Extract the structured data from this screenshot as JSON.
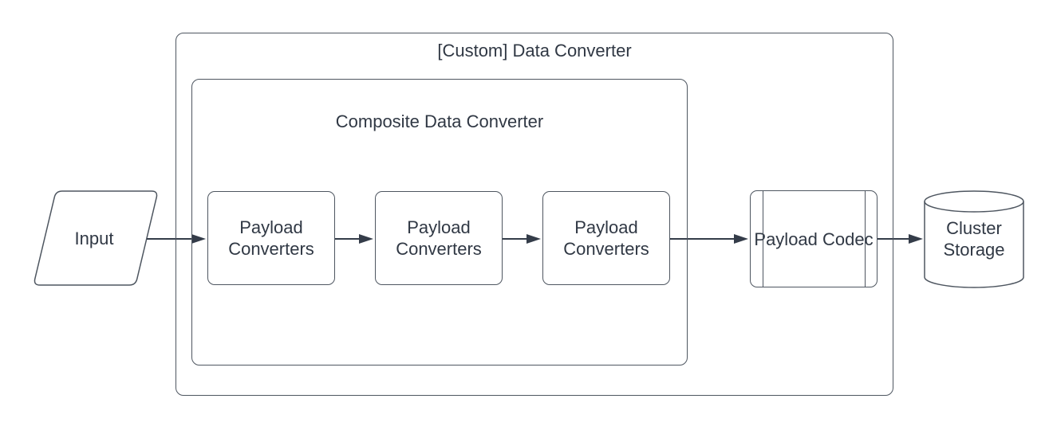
{
  "containers": {
    "custom_data_converter": {
      "label": "[Custom] Data Converter"
    },
    "composite_data_converter": {
      "label": "Composite Data Converter"
    }
  },
  "nodes": {
    "input": {
      "label": "Input",
      "shape": "parallelogram"
    },
    "payload_converters_1": {
      "label": "Payload Converters",
      "shape": "rounded-rectangle"
    },
    "payload_converters_2": {
      "label": "Payload Converters",
      "shape": "rounded-rectangle"
    },
    "payload_converters_3": {
      "label": "Payload Converters",
      "shape": "rounded-rectangle"
    },
    "payload_codec": {
      "label": "Payload Codec",
      "shape": "predefined-process"
    },
    "cluster_storage": {
      "label": "Cluster Storage",
      "shape": "cylinder"
    }
  },
  "edges": [
    {
      "from": "input",
      "to": "payload_converters_1"
    },
    {
      "from": "payload_converters_1",
      "to": "payload_converters_2"
    },
    {
      "from": "payload_converters_2",
      "to": "payload_converters_3"
    },
    {
      "from": "payload_converters_3",
      "to": "payload_codec"
    },
    {
      "from": "payload_codec",
      "to": "cluster_storage"
    }
  ],
  "colors": {
    "background": "#ffffff",
    "stroke": "#4e5660",
    "text": "#303844",
    "arrow": "#343c49"
  }
}
